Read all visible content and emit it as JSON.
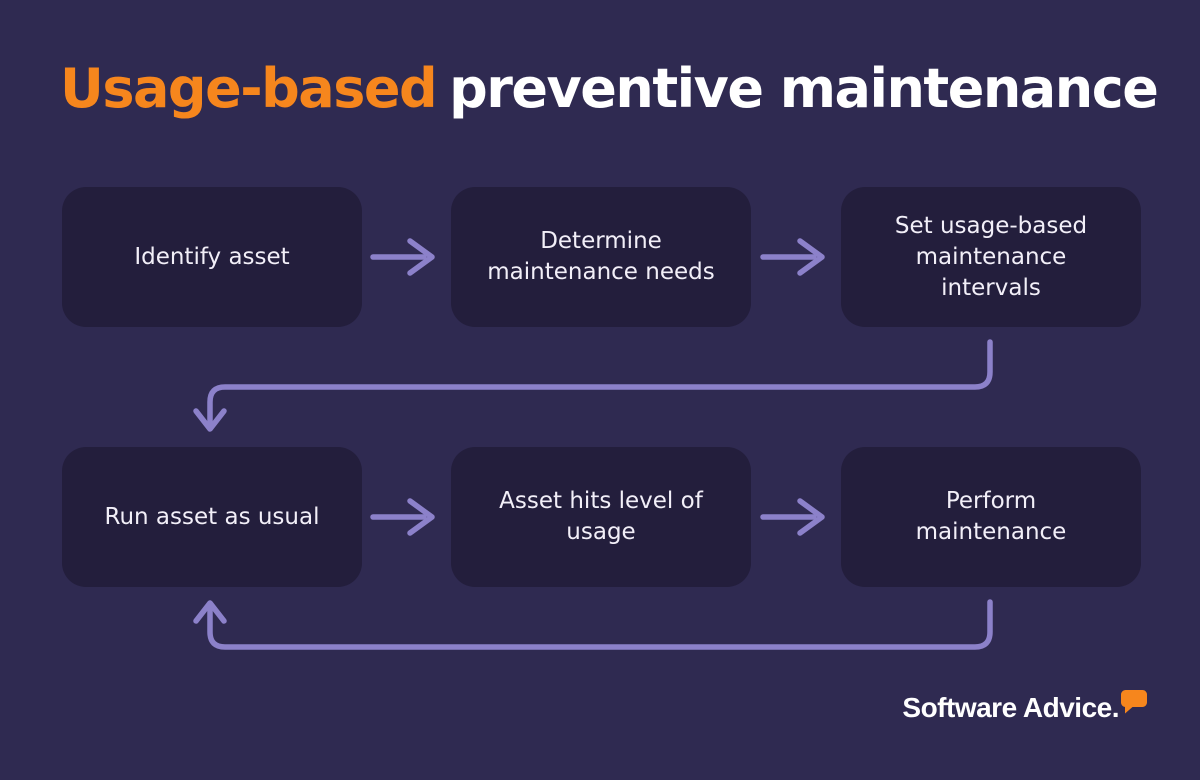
{
  "title": {
    "highlight": "Usage-based",
    "rest": "preventive maintenance"
  },
  "steps": [
    {
      "label": "Identify asset"
    },
    {
      "label": "Determine maintenance needs"
    },
    {
      "label": "Set usage-based maintenance intervals"
    },
    {
      "label": "Run asset as usual"
    },
    {
      "label": "Asset hits level of usage"
    },
    {
      "label": "Perform maintenance"
    }
  ],
  "logo": {
    "text": "Software Advice.",
    "icon": "speech-bubble-icon"
  },
  "colors": {
    "background": "#2f2a51",
    "box_fill": "#231e3c",
    "arrow": "#8c81ca",
    "accent_orange": "#f6861d",
    "title_white": "#ffffff",
    "box_text": "#f2eff8"
  }
}
